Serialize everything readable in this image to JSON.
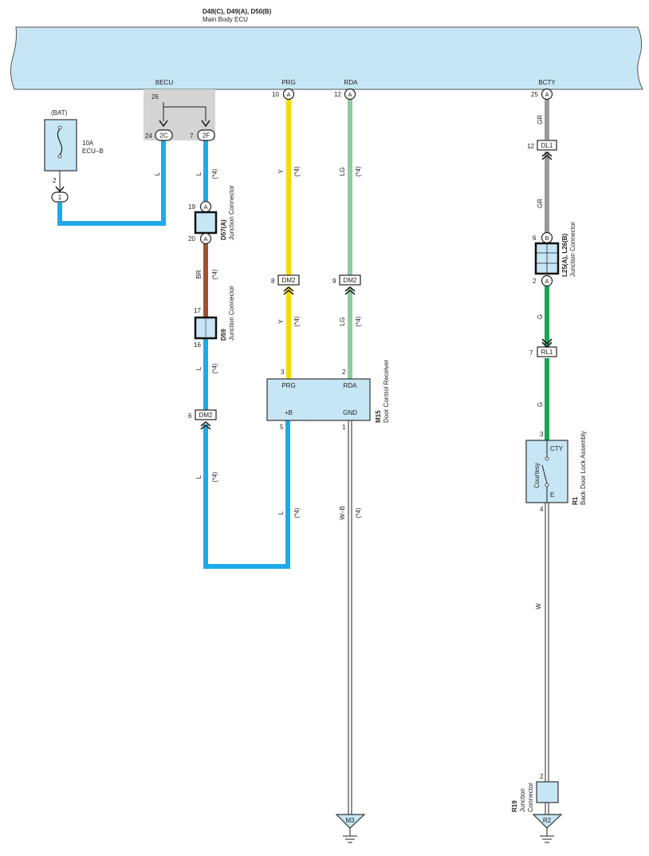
{
  "ecu": {
    "connectors": "D48(C), D49(A), D50(B)",
    "name": "Main Body ECU",
    "pins": {
      "becu": "BECU",
      "prg": "PRG",
      "rda": "RDA",
      "bcty": "BCTY"
    }
  },
  "gray_block": {
    "pin26": "26"
  },
  "fuse": {
    "source": "(BAT)",
    "rating": "10A",
    "name": "ECU–B",
    "pin2": "2",
    "terminal": "1"
  },
  "pins": {
    "p24": "24",
    "c2C": "2C",
    "p7": "7",
    "c2F": "2F",
    "p10": "10",
    "cA1": "A",
    "p12": "12",
    "cA2": "A",
    "p25": "25",
    "cA3": "A"
  },
  "d57": {
    "code": "D57(A)",
    "name": "Junction Connector",
    "pin19": "19",
    "c19": "A",
    "pin20": "20",
    "c20": "A"
  },
  "d59": {
    "code": "D59",
    "name": "Junction Connector",
    "pin17": "17",
    "pin16": "16"
  },
  "dm2": [
    {
      "pin": "8",
      "label": "DM2"
    },
    {
      "pin": "9",
      "label": "DM2"
    },
    {
      "pin": "6",
      "label": "DM2"
    }
  ],
  "dl1": {
    "pin": "12",
    "label": "DL1"
  },
  "l25": {
    "code": "L25(A), L26(B)",
    "name": "Junction Connector",
    "pin6": "6",
    "c6": "B",
    "pin2": "2",
    "c2": "A"
  },
  "rl1": {
    "pin": "7",
    "label": "RL1"
  },
  "m15": {
    "code": "M15",
    "name": "Door Control Receiver",
    "prg": "PRG",
    "rda": "RDA",
    "b": "+B",
    "gnd": "GND",
    "pin3": "3",
    "pin2": "2",
    "pin5": "5",
    "pin1": "1"
  },
  "r1": {
    "code": "R1",
    "name": "Back Door Lock Assembly",
    "switch_name": "Courtesy",
    "cty": "CTY",
    "e": "E",
    "pin3": "3",
    "pin4": "4"
  },
  "r19": {
    "code": "R19",
    "name1": "Junction",
    "name2": "Connector",
    "pin2": "2"
  },
  "grounds": {
    "m3": "M3",
    "r2": "R2"
  },
  "wires": {
    "l_fuse": "L",
    "l_becu": "L",
    "l_becu_note": "(*4)",
    "br": "BR",
    "br_note": "(*4)",
    "l_d59": "L",
    "l_d59_note": "(*4)",
    "l_bottom": "L",
    "l_bottom_note": "(*4)",
    "l_m15": "L",
    "l_m15_note": "(*4)",
    "y_top": "Y",
    "y_top_note": "(*4)",
    "y_bot": "Y",
    "y_bot_note": "(*4)",
    "lg_top": "LG",
    "lg_top_note": "(*4)",
    "lg_bot": "LG",
    "lg_bot_note": "(*4)",
    "wb": "W–B",
    "wb_note": "(*4)",
    "gr_top": "GR",
    "gr_bot": "GR",
    "g_top": "G",
    "g_bot": "G",
    "w": "W"
  },
  "colors": {
    "ecu_fill": "#c6e6f5",
    "component_fill": "#c6e6f5",
    "wire_blue": "#1eaae8",
    "wire_yellow": "#f4dc00",
    "wire_lightgreen": "#8fcc9c",
    "wire_gray": "#9a9a9a",
    "wire_green": "#1aa552",
    "wire_brown": "#a0522d",
    "gray_block": "#d4d4d4"
  }
}
